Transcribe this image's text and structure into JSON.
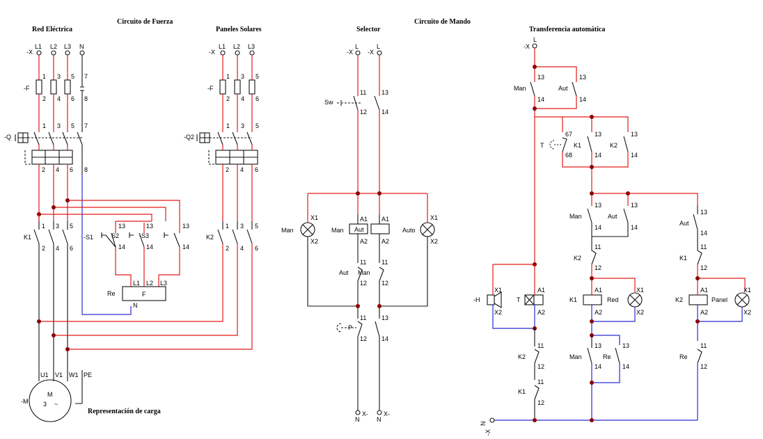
{
  "titles": {
    "power_circuit": "Circuito de Fuerza",
    "grid": "Red Eléctrica",
    "solar": "Paneles Solares",
    "control_circuit": "Circuito de Mando",
    "selector": "Selector",
    "transfer": "Transferencia automática",
    "load": "Representación de carga"
  },
  "grid": {
    "terminal": "-X",
    "lines": [
      "L1",
      "L2",
      "L3",
      "N"
    ],
    "fuse_label": "-F",
    "fuse_top": [
      "1",
      "3",
      "5",
      "7"
    ],
    "fuse_bot": [
      "2",
      "4",
      "6",
      "8"
    ],
    "breaker_label": "-Q",
    "breaker_top": [
      "1",
      "3",
      "5",
      "7"
    ],
    "breaker_bot": [
      "2",
      "4",
      "6",
      "8"
    ],
    "contactor_label": "K1",
    "contactor_top": [
      "1",
      "3",
      "5"
    ],
    "contactor_bot": [
      "2",
      "4",
      "6"
    ]
  },
  "solar": {
    "terminal": "-X",
    "lines": [
      "L1",
      "L2",
      "L3"
    ],
    "fuse_label": "-F",
    "fuse_top": [
      "1",
      "3",
      "5"
    ],
    "fuse_bot": [
      "2",
      "4",
      "6"
    ],
    "breaker_label": "-Q2",
    "breaker_top": [
      "1",
      "3",
      "5"
    ],
    "breaker_bot": [
      "2",
      "4",
      "6"
    ],
    "contactor_label": "K2",
    "contactor_top": [
      "1",
      "3",
      "5"
    ],
    "contactor_bot": [
      "2",
      "4",
      "6"
    ]
  },
  "sensors": {
    "s1": "-S1",
    "s2": "S2",
    "s3": "-S3",
    "top": "13",
    "bot": "14"
  },
  "relay": {
    "label": "Re",
    "name": "F",
    "inputs": [
      "L1",
      "L2",
      "L3"
    ],
    "neutral": "N"
  },
  "motor": {
    "label": "-M",
    "name": "M",
    "phases": "3",
    "wave": "~",
    "terminals": [
      "U1",
      "V1",
      "W1",
      "PE"
    ]
  },
  "selector": {
    "terminals": [
      "-X",
      "L",
      "-X",
      "L"
    ],
    "switch_label": "Sw",
    "sw_top": [
      "11",
      "13"
    ],
    "sw_bot": [
      "12",
      "14"
    ],
    "lamp_left": "Man",
    "lamp_right": "Auto",
    "coil_left": "Aut",
    "coil_left_side": "Man",
    "x1": "X1",
    "x2": "X2",
    "a1": "A1",
    "a2": "A2",
    "contacts_label_l": "Aut",
    "contacts_label_r": "Man",
    "c11": "11",
    "c12": "12",
    "pushbutton": "P",
    "p_top": [
      "11",
      "13"
    ],
    "p_bot": [
      "12",
      "14"
    ],
    "n_terms": [
      "N",
      "X-",
      "N",
      "X-"
    ]
  },
  "transfer": {
    "terminal": "-X",
    "line": "L",
    "man": "Man",
    "aut": "Aut",
    "t": "T",
    "k1": "K1",
    "k2": "K2",
    "h": "-H",
    "red": "Red",
    "panel": "Panel",
    "re": "Re",
    "n": "N",
    "xn": "-X",
    "n13": "13",
    "n14": "14",
    "n11": "11",
    "n12": "12",
    "n67": "67",
    "n68": "68",
    "a1": "A1",
    "a2": "A2",
    "x1": "X1",
    "x2": "X2"
  },
  "colors": {
    "phase": "#e41b1b",
    "neutral": "#2a2ad0",
    "node": "#8b0000",
    "control": "#111111"
  }
}
